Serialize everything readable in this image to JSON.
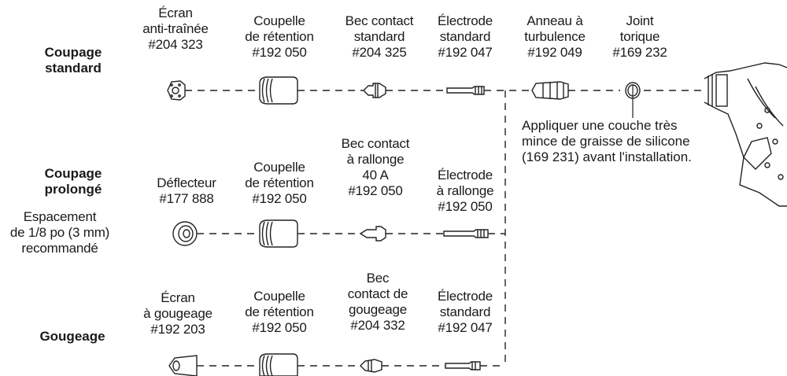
{
  "rows": {
    "standard": [
      "Coupage",
      "standard"
    ],
    "extended": [
      "Coupage",
      "prolongé"
    ],
    "spacing": [
      "Espacement",
      "de 1/8 po (3 mm)",
      "recommandé"
    ],
    "gouging": [
      "Gougeage"
    ]
  },
  "parts": {
    "std_shield": [
      "Écran",
      "anti-traînée",
      "#204 323"
    ],
    "std_cup": [
      "Coupelle",
      "de rétention",
      "#192 050"
    ],
    "std_tip": [
      "Bec contact",
      "standard",
      "#204 325"
    ],
    "std_electrode": [
      "Électrode",
      "standard",
      "#192 047"
    ],
    "swirl_ring": [
      "Anneau à",
      "turbulence",
      "#192 049"
    ],
    "o_ring": [
      "Joint",
      "torique",
      "#169 232"
    ],
    "ext_deflector": [
      "Déflecteur",
      "#177 888"
    ],
    "ext_cup": [
      "Coupelle",
      "de rétention",
      "#192 050"
    ],
    "ext_tip": [
      "Bec contact",
      "à rallonge",
      "40 A",
      "#192 050"
    ],
    "ext_electrode": [
      "Électrode",
      "à rallonge",
      "#192 050"
    ],
    "goug_shield": [
      "Écran",
      "à gougeage",
      "#192 203"
    ],
    "goug_cup": [
      "Coupelle",
      "de rétention",
      "#192 050"
    ],
    "goug_tip": [
      "Bec",
      "contact de",
      "gougeage",
      "#204 332"
    ],
    "goug_electrode": [
      "Électrode",
      "standard",
      "#192 047"
    ]
  },
  "note": [
    "Appliquer une couche très",
    "mince de graisse de silicone",
    "(169 231) avant l'installation."
  ]
}
